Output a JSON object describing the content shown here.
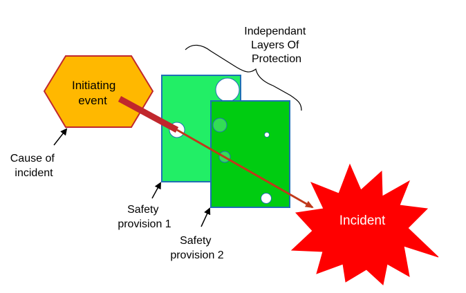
{
  "title_lines": [
    "Independant",
    "Layers Of",
    "Protection"
  ],
  "initiating_event_lines": [
    "Initiating",
    "event"
  ],
  "cause_label_lines": [
    "Cause of",
    "incident"
  ],
  "provision_1_lines": [
    "Safety",
    "provision 1"
  ],
  "provision_2_lines": [
    "Safety",
    "provision 2"
  ],
  "incident_label": "Incident",
  "colors": {
    "initiating_event_fill": "#FFB800",
    "initiating_event_stroke": "#C0272D",
    "layer_1_fill": "#22EE66",
    "layer_2_fill": "#00CC11",
    "layer_stroke": "#1F6FB5",
    "incident_fill": "#FF0000",
    "trajectory": "#C0391B"
  }
}
